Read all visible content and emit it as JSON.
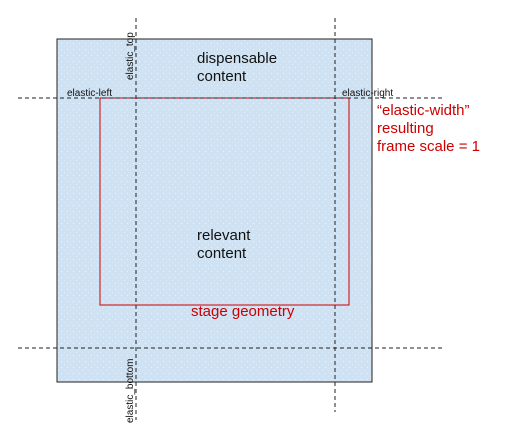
{
  "colors": {
    "frame_fill": "#cfe2f3",
    "frame_border": "#222222",
    "stage_border": "#cc0000",
    "guide_line": "#222222",
    "annotation": "#cc0000"
  },
  "guides": {
    "elastic_top": "elastic_top",
    "elastic_bottom": "elastic_bottom",
    "elastic_left": "elastic-left",
    "elastic_right": "elastic-right"
  },
  "content": {
    "dispensable_line1": "dispensable",
    "dispensable_line2": "content",
    "relevant_line1": "relevant",
    "relevant_line2": "content"
  },
  "stage": {
    "label": "stage geometry"
  },
  "annotation": {
    "line1": "“elastic-width”",
    "line2": "resulting",
    "line3": "frame scale = 1"
  }
}
